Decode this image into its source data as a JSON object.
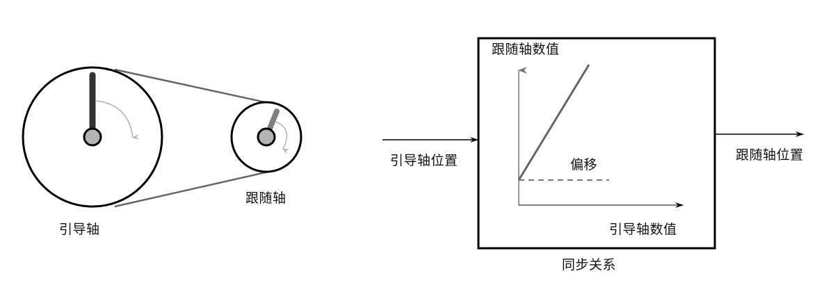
{
  "pulley_system": {
    "leader_label": "引导轴",
    "follower_label": "跟随轴",
    "colors": {
      "outline": "#000000",
      "belt": "#666666",
      "leader_arm": "#333333",
      "follower_arm": "#808080",
      "hub": "#b4b4b4",
      "rotation_arrow": "#b0b0b0"
    }
  },
  "sync_block": {
    "title": "同步关系",
    "input_label": "引导轴位置",
    "output_label": "跟随轴位置",
    "graph": {
      "y_axis_label": "跟随轴数值",
      "x_axis_label": "引导轴数值",
      "offset_label": "偏移",
      "line_color": "#666666",
      "axis_color": "#777777"
    }
  }
}
